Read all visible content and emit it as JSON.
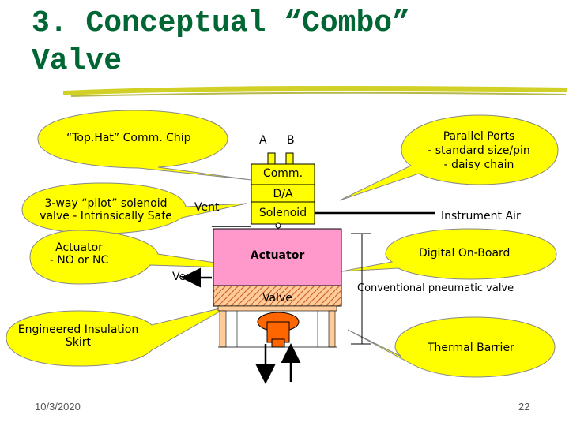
{
  "title_line1": "3. Conceptual “Combo”",
  "title_line2": "Valve",
  "callouts": {
    "tophat": "“Top.Hat” Comm. Chip",
    "pilot_line1": "3-way “pilot” solenoid",
    "pilot_line2": "valve - Intrinsically Safe",
    "actuator_line1": "Actuator",
    "actuator_line2": "- NO or NC",
    "insulation_line1": "Engineered Insulation",
    "insulation_line2": "Skirt",
    "parallel_line1": "Parallel Ports",
    "parallel_line2": "- standard size/pin",
    "parallel_line3": "- daisy chain",
    "digital": "Digital On-Board",
    "thermal": "Thermal Barrier"
  },
  "stack": {
    "port_a": "A",
    "port_b": "B",
    "comm": "Comm.",
    "da": "D/A",
    "solenoid": "Solenoid",
    "actuator": "Actuator",
    "valve": "Valve"
  },
  "labels": {
    "vent_top": "Vent",
    "vent_bottom": "Vent",
    "instrument_air": "Instrument Air",
    "conventional": "Conventional pneumatic valve"
  },
  "footer": {
    "date": "10/3/2020",
    "page": "22"
  },
  "colors": {
    "title": "#006633",
    "callout_fill": "#ffff00",
    "actuator_fill": "#ff99cc",
    "valve_fill": "#ffcc99",
    "plug_fill": "#ff6600"
  }
}
